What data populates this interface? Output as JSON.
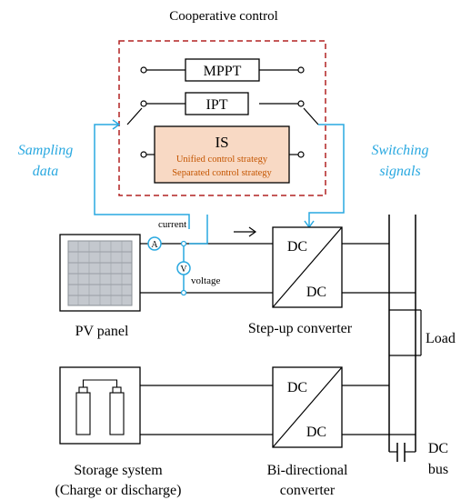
{
  "title": "Cooperative control",
  "control": {
    "mppt": "MPPT",
    "ipt": "IPT",
    "is": "IS",
    "unified": "Unified control strategy",
    "separated": "Separated control strategy"
  },
  "sampling": {
    "line1": "Sampling",
    "line2": "data"
  },
  "switching": {
    "line1": "Switching",
    "line2": "signals"
  },
  "sensors": {
    "current": "current",
    "voltage": "voltage",
    "ammeter": "A",
    "voltmeter": "V"
  },
  "pv_label": "PV panel",
  "stepup": {
    "dc_top": "DC",
    "dc_bottom": "DC",
    "label": "Step-up converter"
  },
  "load_label": "Load",
  "bidir": {
    "dc_top": "DC",
    "dc_bottom": "DC",
    "line1": "Bi-directional",
    "line2": "converter"
  },
  "storage": {
    "line1": "Storage system",
    "line2": "(Charge or discharge)"
  },
  "bus": {
    "line1": "DC",
    "line2": "bus"
  },
  "colors": {
    "dashed_box": "#b22222",
    "signal_blue": "#29a8e0",
    "is_fill": "#f8d9c4",
    "is_text": "#c45500",
    "wire": "#000000"
  }
}
